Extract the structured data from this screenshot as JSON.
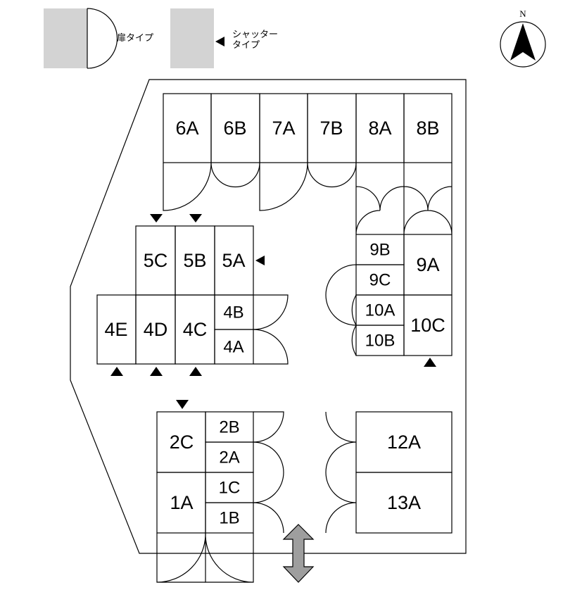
{
  "legend": {
    "door_type": "扉タイプ",
    "shutter_type_line1": "シャッター",
    "shutter_type_line2": "タイプ"
  },
  "compass": {
    "label": "N"
  },
  "units": {
    "u6A": "6A",
    "u6B": "6B",
    "u7A": "7A",
    "u7B": "7B",
    "u8A": "8A",
    "u8B": "8B",
    "u5C": "5C",
    "u5B": "5B",
    "u5A": "5A",
    "u4E": "4E",
    "u4D": "4D",
    "u4C": "4C",
    "u4B": "4B",
    "u4A": "4A",
    "u9B": "9B",
    "u9C": "9C",
    "u9A": "9A",
    "u10A": "10A",
    "u10B": "10B",
    "u10C": "10C",
    "u2C": "2C",
    "u2B": "2B",
    "u2A": "2A",
    "u1A": "1A",
    "u1C": "1C",
    "u1B": "1B",
    "u12A": "12A",
    "u13A": "13A"
  }
}
